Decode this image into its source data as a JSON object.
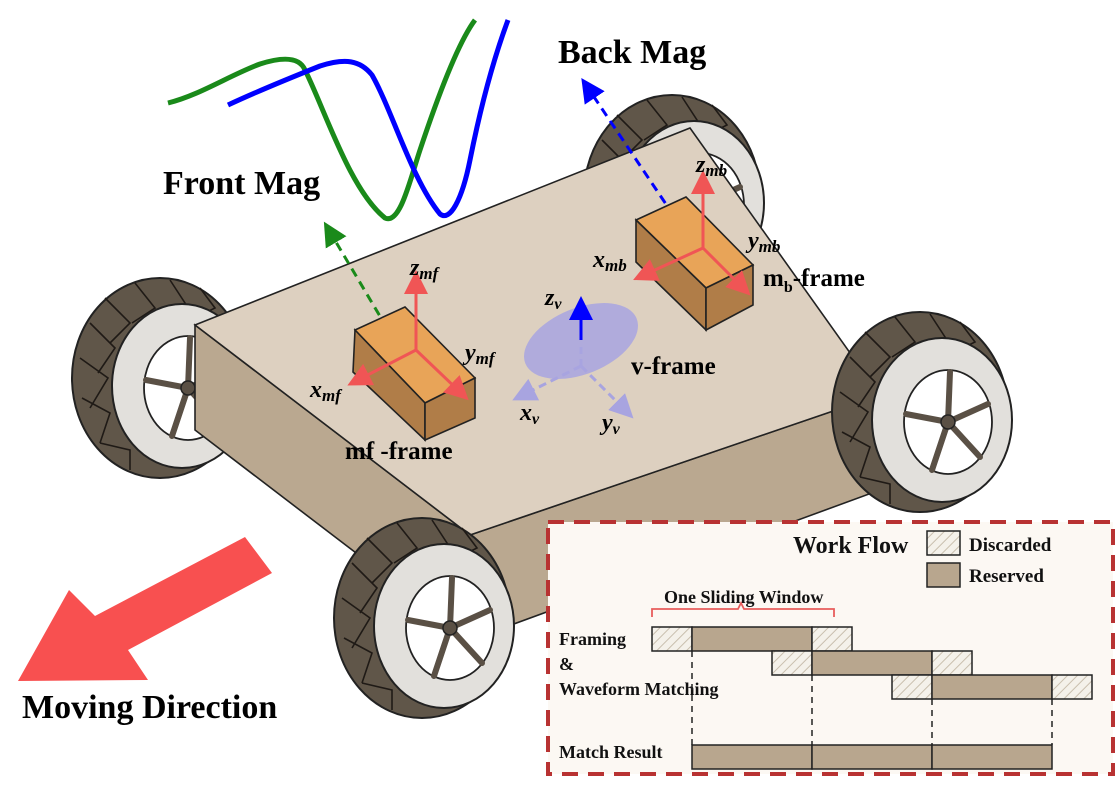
{
  "labels": {
    "front_mag": "Front Mag",
    "back_mag": "Back Mag",
    "moving_direction": "Moving Direction",
    "mf_frame": "mf -frame",
    "mb_frame_main": "m",
    "mb_frame_sub": "b",
    "mb_frame_suffix": "-frame",
    "v_frame": "v-frame"
  },
  "axes": {
    "mf": {
      "x": "x",
      "x_sub": "mf",
      "y": "y",
      "y_sub": "mf",
      "z": "z",
      "z_sub": "mf"
    },
    "mb": {
      "x": "x",
      "x_sub": "mb",
      "y": "y",
      "y_sub": "mb",
      "z": "z",
      "z_sub": "mb"
    },
    "v": {
      "x": "x",
      "x_sub": "v",
      "y": "y",
      "y_sub": "v",
      "z": "z",
      "z_sub": "v"
    }
  },
  "colors": {
    "front_mag_signal": "#1a8a1a",
    "back_mag_signal": "#0000ff",
    "axis_red": "#f05555",
    "v_axis_blue": "#0000ff",
    "v_axis_light": "#a8a4e0",
    "arrow_red": "#f85050",
    "body_top": "#ddd0c0",
    "body_side": "#baa890",
    "sensor_top": "#e8a458",
    "sensor_side": "#b07d48",
    "tire": "#605649",
    "rim": "#e2e0dc",
    "workflow_border": "#b83232",
    "reserved": "#b8a68e"
  },
  "workflow": {
    "title": "Work Flow",
    "legend": [
      {
        "label": "Discarded",
        "style": "hatched"
      },
      {
        "label": "Reserved",
        "style": "solid"
      }
    ],
    "window_label": "One Sliding Window",
    "row_labels": {
      "framing": "Framing",
      "amp": "&",
      "waveform": "Waveform Matching",
      "result": "Match Result"
    },
    "windows": [
      {
        "segments": [
          "discarded",
          "reserved",
          "discarded"
        ]
      },
      {
        "segments": [
          "discarded",
          "reserved",
          "discarded"
        ]
      },
      {
        "segments": [
          "discarded",
          "reserved",
          "discarded"
        ]
      }
    ],
    "match_result_segments": 3
  }
}
